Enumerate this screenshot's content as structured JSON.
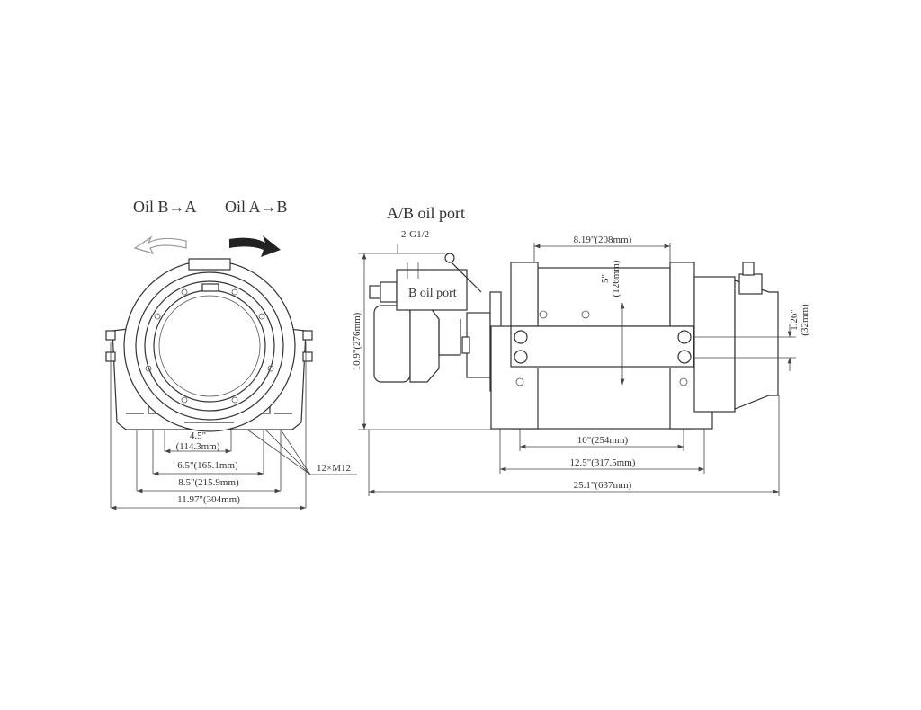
{
  "labels": {
    "oil_b_to_a": "Oil B→A",
    "oil_a_to_b": "Oil A→B",
    "ab_oil_port": "A/B oil port",
    "thread": "2-G1/2",
    "b_oil_port": "B oil port",
    "bolts": "12×M12"
  },
  "front_view_dimensions": {
    "d1_in": "4.5\"",
    "d1_mm": "(114.3mm)",
    "d2": "6.5\"(165.1mm)",
    "d3": "8.5\"(215.9mm)",
    "d4": "11.97\"(304mm)"
  },
  "side_view_dimensions": {
    "drum_length": "8.19\"(208mm)",
    "height": "10.9\"(276mm)",
    "drum_dia_in": "5\"",
    "drum_dia_mm": "(126mm)",
    "shaft_in": "1.26\"",
    "shaft_mm": "(32mm)",
    "mount_inner": "10\"(254mm)",
    "mount_outer": "12.5\"(317.5mm)",
    "overall_length": "25.1\"(637mm)"
  },
  "colors": {
    "line": "#333333",
    "arrow_dark": "#222222",
    "arrow_light": "#bbbbbb"
  }
}
